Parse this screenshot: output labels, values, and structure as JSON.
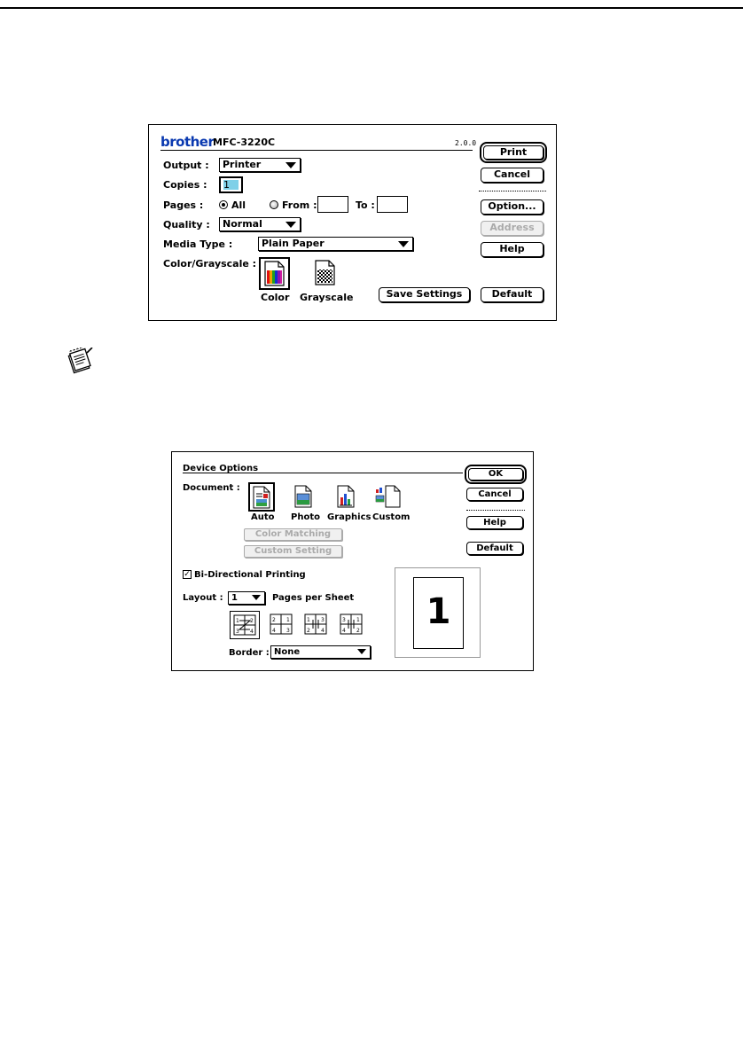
{
  "dialog1": {
    "brand": "brother",
    "model": "MFC-3220C",
    "version": "2.0.0",
    "output_label": "Output :",
    "output_value": "Printer",
    "copies_label": "Copies :",
    "copies_value": "1",
    "pages_label": "Pages :",
    "pages_all": "All",
    "pages_from": "From :",
    "pages_to": "To :",
    "quality_label": "Quality :",
    "quality_value": "Normal",
    "media_label": "Media Type :",
    "media_value": "Plain Paper",
    "colorgray_label": "Color/Grayscale :",
    "color_label": "Color",
    "grayscale_label": "Grayscale",
    "save_settings": "Save Settings",
    "buttons": {
      "print": "Print",
      "cancel": "Cancel",
      "option": "Option...",
      "address": "Address",
      "help": "Help",
      "default": "Default"
    }
  },
  "dialog2": {
    "title": "Device Options",
    "document_label": "Document :",
    "doc_types": [
      "Auto",
      "Photo",
      "Graphics",
      "Custom"
    ],
    "color_matching": "Color Matching",
    "custom_setting": "Custom Setting",
    "bidir_label": "Bi-Directional Printing",
    "bidir_checked": true,
    "layout_label": "Layout :",
    "layout_value": "1",
    "pages_per_sheet": "Pages per Sheet",
    "border_label": "Border :",
    "border_value": "None",
    "preview_number": "1",
    "buttons": {
      "ok": "OK",
      "cancel": "Cancel",
      "help": "Help",
      "default": "Default"
    }
  },
  "icons": {
    "note": "note-pad-icon"
  }
}
